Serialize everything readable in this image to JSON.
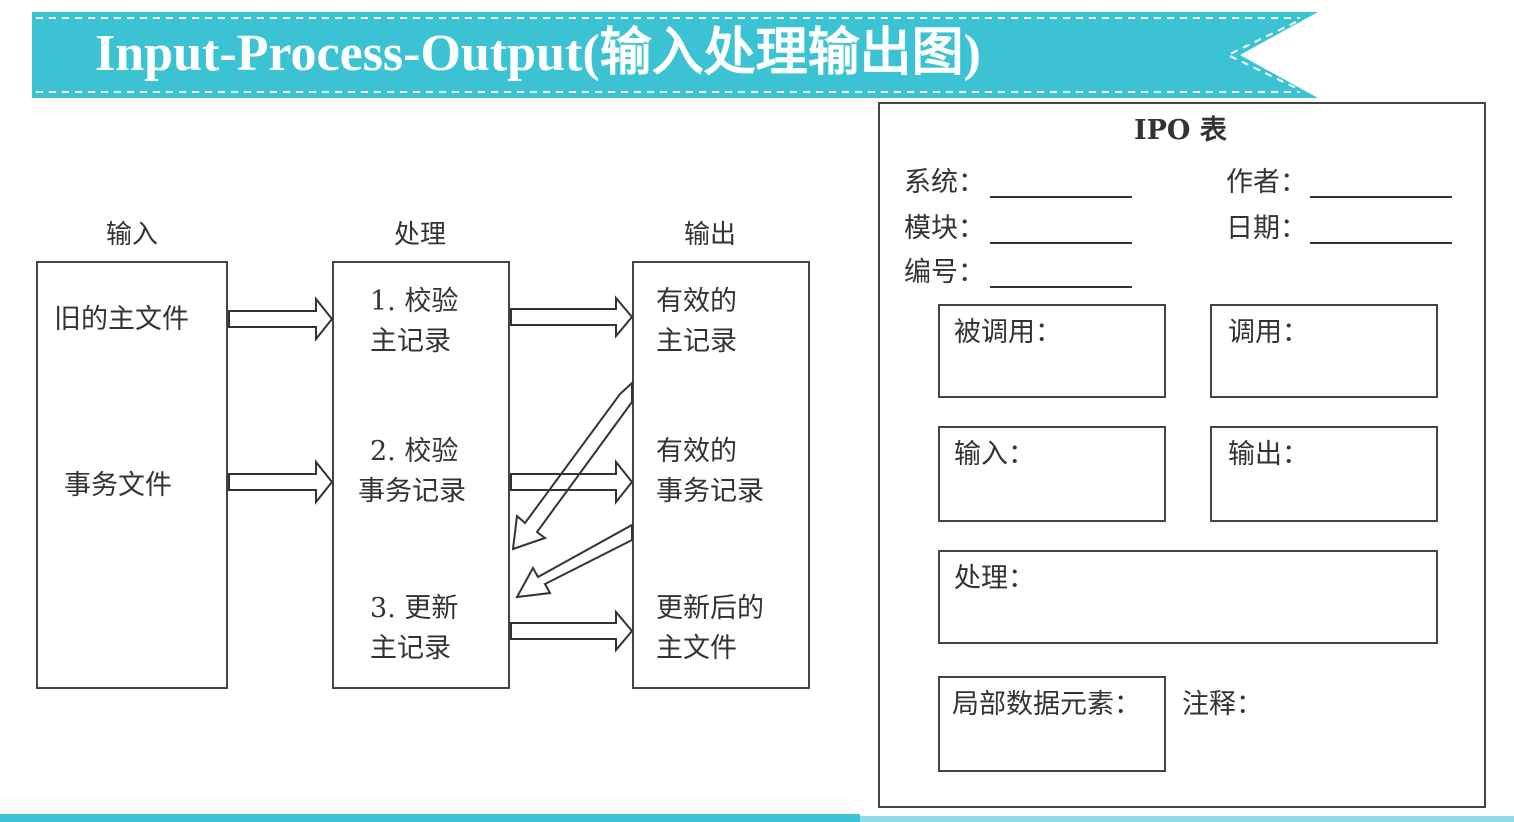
{
  "banner": {
    "title": "Input-Process-Output(输入处理输出图)",
    "color": "#3cc3d3"
  },
  "flow": {
    "input_heading": "输入",
    "process_heading": "处理",
    "output_heading": "输出",
    "inputs": [
      "旧的主文件",
      "事务文件"
    ],
    "processes": [
      [
        "1. 校验",
        "主记录"
      ],
      [
        "2. 校验",
        "事务记录"
      ],
      [
        "3. 更新",
        "主记录"
      ]
    ],
    "outputs": [
      [
        "有效的",
        "主记录"
      ],
      [
        "有效的",
        "事务记录"
      ],
      [
        "更新后的",
        "主文件"
      ]
    ]
  },
  "ipo_table": {
    "title": "IPO 表",
    "system_label": "系统：",
    "author_label": "作者：",
    "module_label": "模块：",
    "date_label": "日期：",
    "number_label": "编号：",
    "called_by_label": "被调用：",
    "calls_label": "调用：",
    "input_label": "输入：",
    "output_label": "输出：",
    "processing_label": "处理：",
    "local_data_label": "局部数据元素：",
    "notes_label": "注释："
  }
}
